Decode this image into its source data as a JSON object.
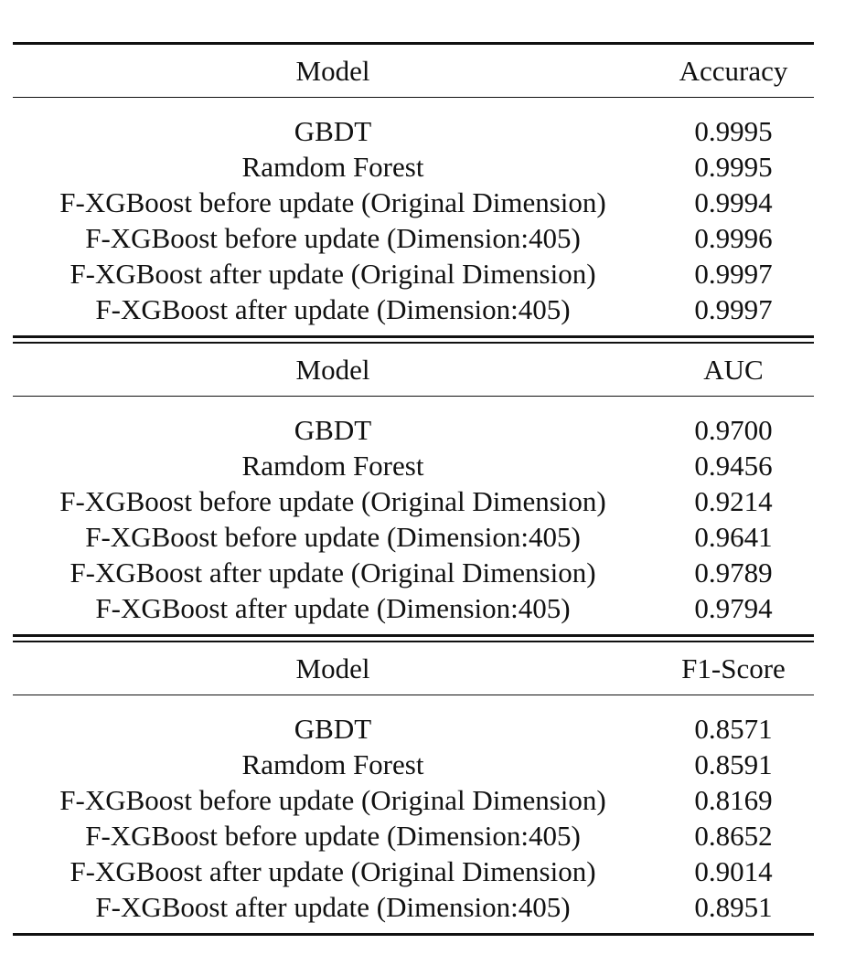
{
  "sections": [
    {
      "header": {
        "model": "Model",
        "metric": "Accuracy"
      },
      "rows": [
        {
          "model": "GBDT",
          "value": "0.9995"
        },
        {
          "model": "Ramdom Forest",
          "value": "0.9995"
        },
        {
          "model": "F-XGBoost before update (Original Dimension)",
          "value": "0.9994"
        },
        {
          "model": "F-XGBoost before update (Dimension:405)",
          "value": "0.9996"
        },
        {
          "model": "F-XGBoost after update (Original Dimension)",
          "value": "0.9997"
        },
        {
          "model": "F-XGBoost after update (Dimension:405)",
          "value": "0.9997"
        }
      ]
    },
    {
      "header": {
        "model": "Model",
        "metric": "AUC"
      },
      "rows": [
        {
          "model": "GBDT",
          "value": "0.9700"
        },
        {
          "model": "Ramdom Forest",
          "value": "0.9456"
        },
        {
          "model": "F-XGBoost before update (Original Dimension)",
          "value": "0.9214"
        },
        {
          "model": "F-XGBoost before update (Dimension:405)",
          "value": "0.9641"
        },
        {
          "model": "F-XGBoost after update (Original Dimension)",
          "value": "0.9789"
        },
        {
          "model": "F-XGBoost after update (Dimension:405)",
          "value": "0.9794"
        }
      ]
    },
    {
      "header": {
        "model": "Model",
        "metric": "F1-Score"
      },
      "rows": [
        {
          "model": "GBDT",
          "value": "0.8571"
        },
        {
          "model": "Ramdom Forest",
          "value": "0.8591"
        },
        {
          "model": "F-XGBoost before update (Original Dimension)",
          "value": "0.8169"
        },
        {
          "model": "F-XGBoost before update (Dimension:405)",
          "value": "0.8652"
        },
        {
          "model": "F-XGBoost after update (Original Dimension)",
          "value": "0.9014"
        },
        {
          "model": "F-XGBoost after update (Dimension:405)",
          "value": "0.8951"
        }
      ]
    }
  ]
}
